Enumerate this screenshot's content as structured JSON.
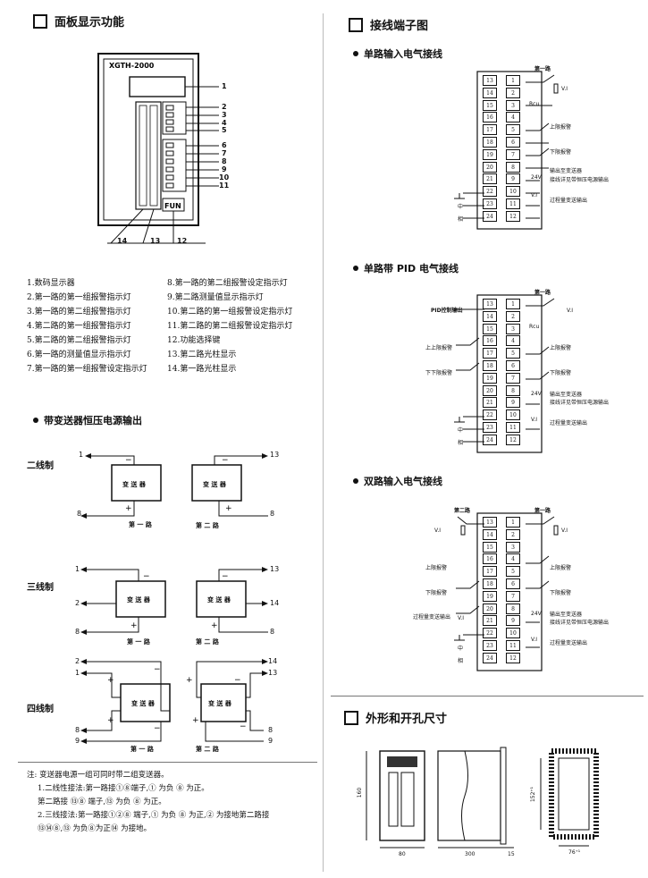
{
  "left": {
    "panel_title": "面板显示功能",
    "device_label": "XGTH-2000",
    "fun_label": "FUN",
    "callouts_right": [
      "1",
      "2",
      "3",
      "4",
      "5",
      "6",
      "7",
      "8",
      "9",
      "10",
      "11"
    ],
    "callouts_bottom": [
      "14",
      "13",
      "12"
    ],
    "legend_col1": [
      "1.数码显示器",
      "2.第一路的第一组报警指示灯",
      "3.第一路的第二组报警指示灯",
      "4.第二路的第一组报警指示灯",
      "5.第二路的第二组报警指示灯",
      "6.第一路的测量值显示指示灯",
      "7.第一路的第一组报警设定指示灯"
    ],
    "legend_col2": [
      "8.第一路的第二组报警设定指示灯",
      "9.第二路测量值显示指示灯",
      "10.第二路的第一组报警设定指示灯",
      "11.第二路的第二组报警设定指示灯",
      "12.功能选择键",
      "13.第二路光柱显示",
      "14.第一路光柱显示"
    ],
    "transmitter_title": "带变送器恒压电源输出",
    "row_labels": [
      "二线制",
      "三线制",
      "四线制"
    ],
    "block_label": "变 送 器",
    "route1": "第 一 路",
    "route2": "第 二 路",
    "two_wire": {
      "a_top": "1",
      "a_bot": "8",
      "b_top": "13",
      "b_bot": "8"
    },
    "three_wire": {
      "a_top": "1",
      "a_mid": "2",
      "a_bot": "8",
      "b_top": "13",
      "b_mid": "14",
      "b_bot": "8"
    },
    "four_wire": {
      "a1": "2",
      "a2": "1",
      "a3": "8",
      "a4": "9",
      "b1": "14",
      "b2": "13",
      "b3": "8",
      "b4": "9"
    },
    "notes": [
      "注: 变送器电源一组可同时带二组变送器。",
      "1.二线性接法:第一路接①⑧端子,① 为负 ⑧ 为正。",
      "第二路接 ⑬⑧ 端子,⑬ 为负 ⑧ 为正。",
      "2.三线接法:第一路接①②⑧ 端子,① 为负 ⑧ 为正,② 为接地第二路接",
      "⑬⑭⑧,⑬ 为负⑧为正⑭ 为接地。"
    ]
  },
  "right": {
    "terminal_title": "接线端子图",
    "single_input": "单路输入电气接线",
    "single_pid": "单路带 PID 电气接线",
    "dual_input": "双路输入电气接线",
    "outline_title": "外形和开孔尺寸",
    "route1": "第一路",
    "route2": "第二路",
    "pid_out": "PID控制输出",
    "upper_alarm": "上限报警",
    "lower_alarm": "下限报警",
    "up_up": "上上限报警",
    "down_down": "下下限报警",
    "transmitter_out": "输出至变送器",
    "transmitter_note": "接线详见带恒压电源输出",
    "process_out": "过程量变送输出",
    "zhong": "中",
    "xiang": "相",
    "dims": {
      "h160": "160",
      "w80": "80",
      "d300": "300",
      "d15": "15",
      "h152": "152⁺¹",
      "w76": "76⁺¹"
    },
    "left_terms": [
      "13",
      "14",
      "15",
      "16",
      "17",
      "18",
      "19",
      "20",
      "21",
      "22",
      "23",
      "24"
    ],
    "right_terms": [
      "1",
      "2",
      "3",
      "4",
      "5",
      "6",
      "7",
      "8",
      "9",
      "10",
      "11",
      "12"
    ],
    "v24": "24V",
    "vi": "V.I",
    "rcu": "Rcu"
  }
}
